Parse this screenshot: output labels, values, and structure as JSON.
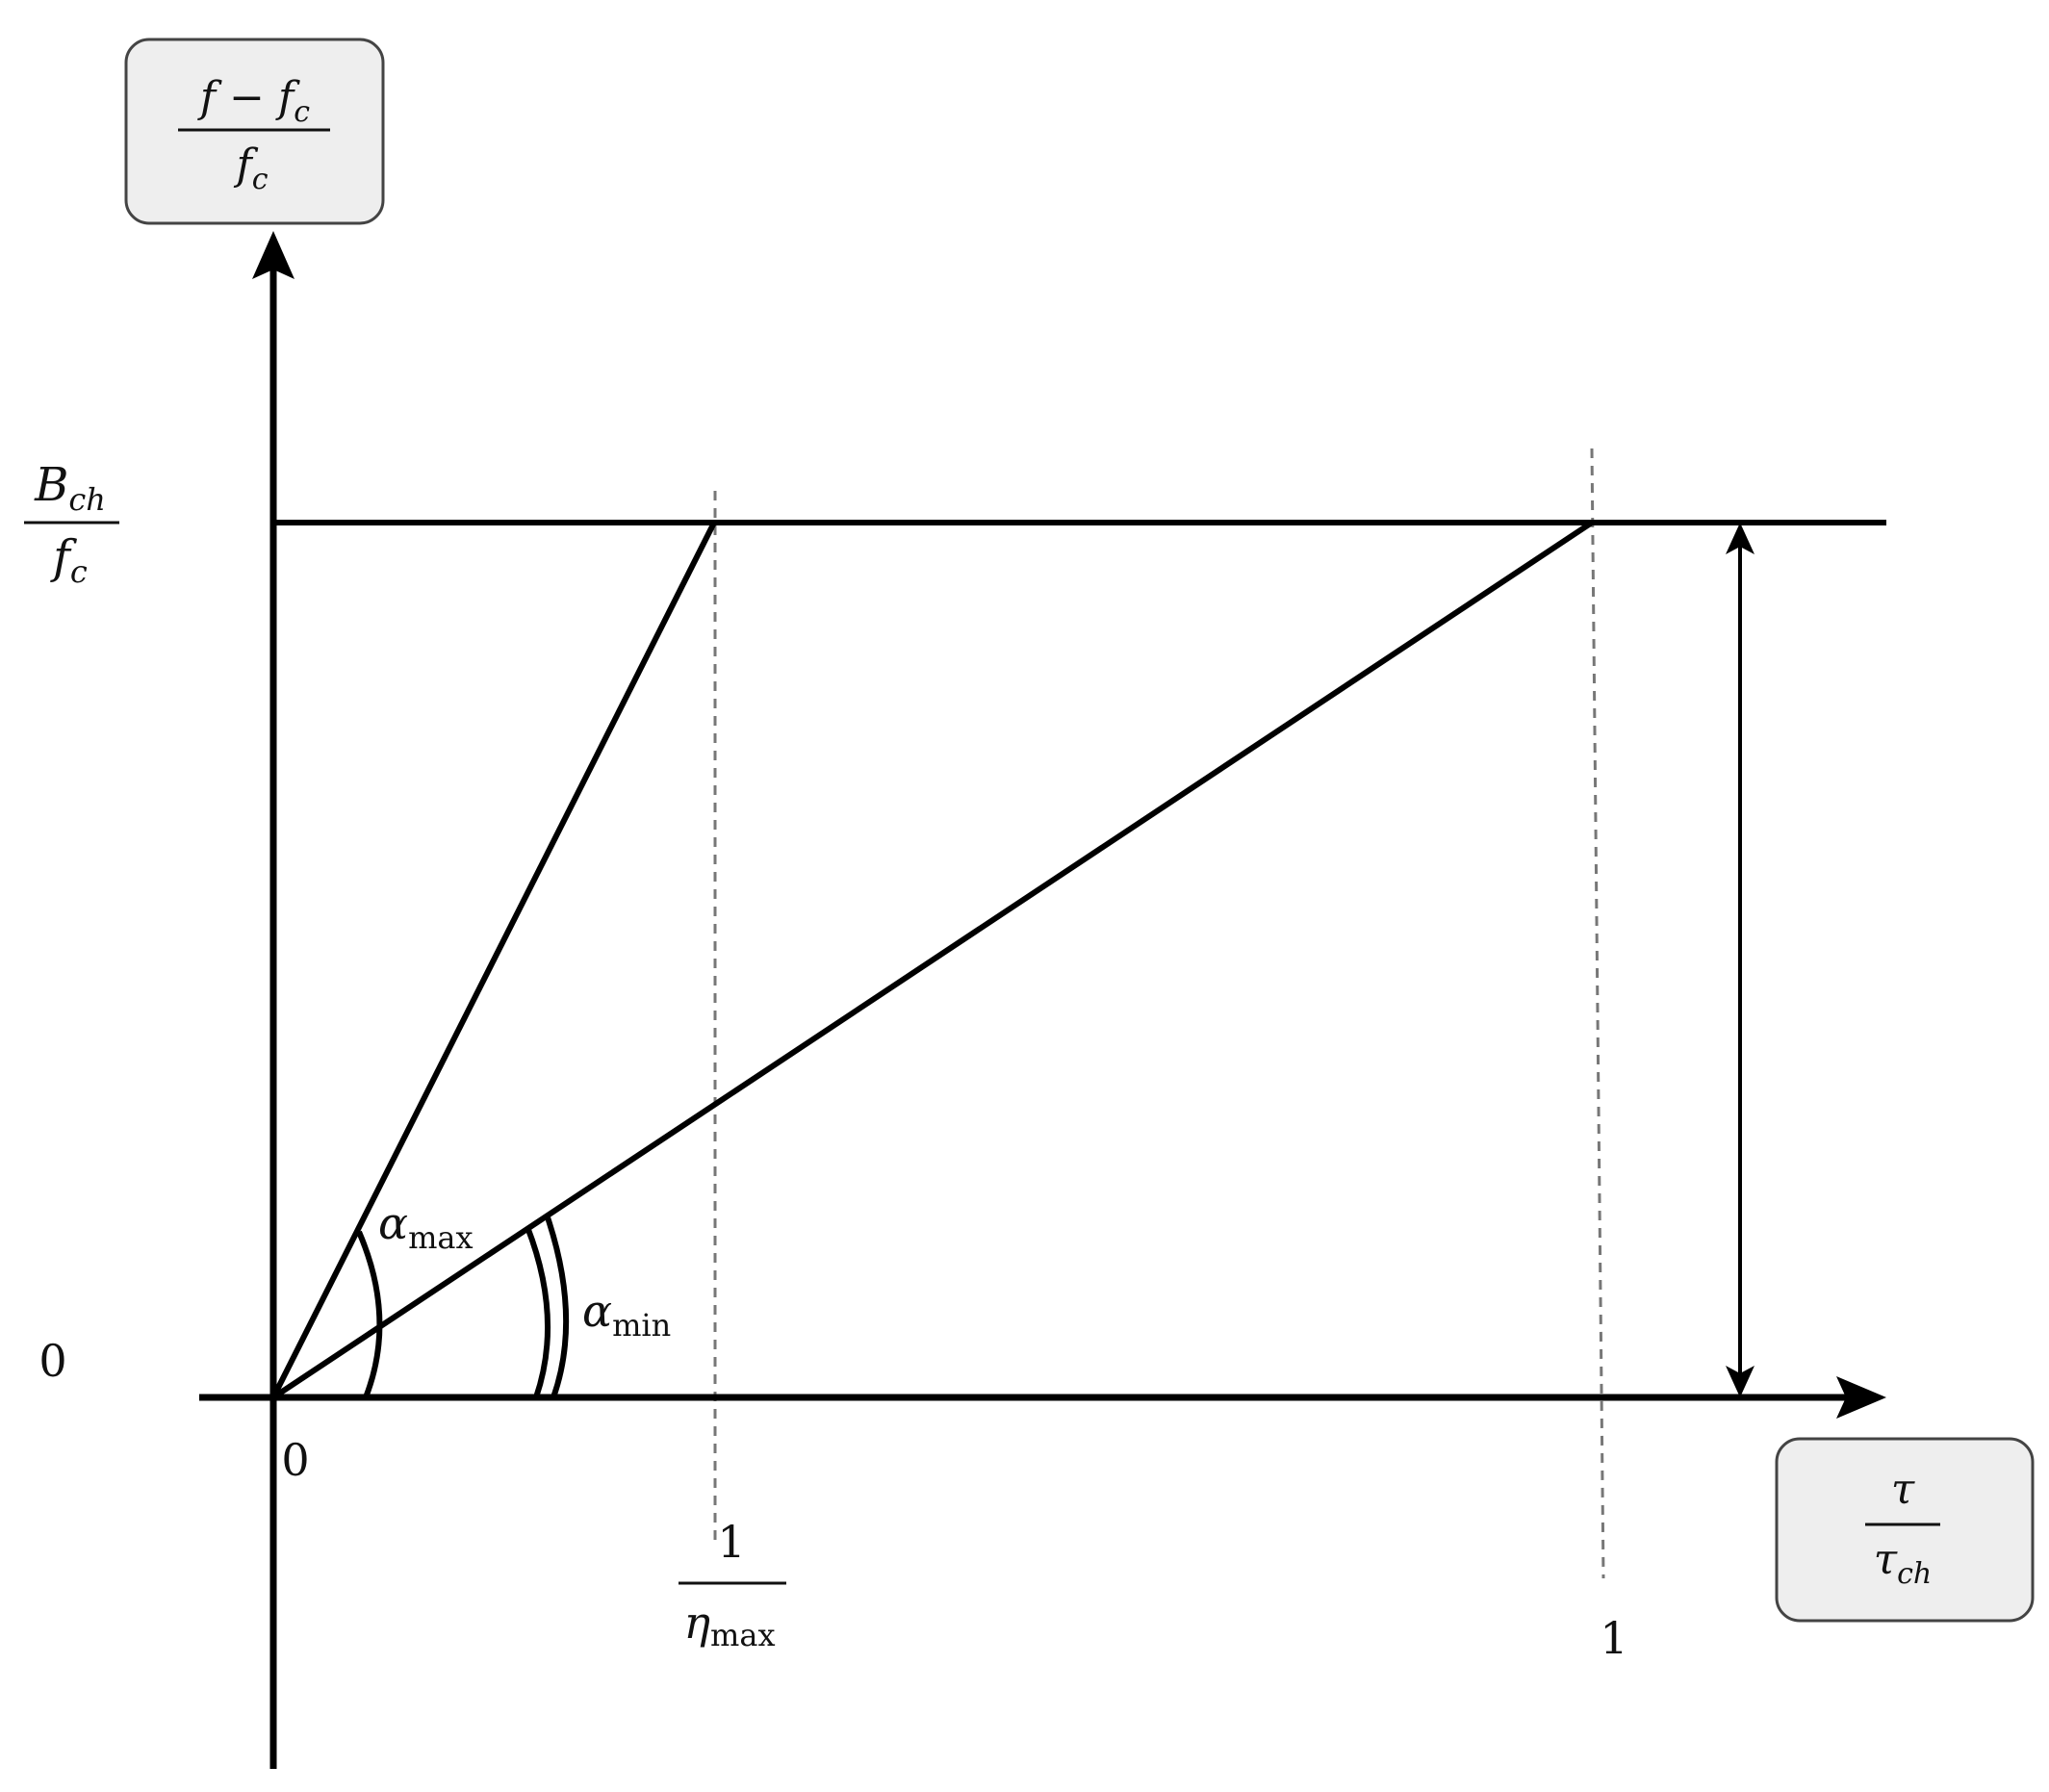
{
  "y_axis_box": {
    "num_main": "f − f",
    "num_sub": "c",
    "den_main": "f",
    "den_sub": "c"
  },
  "x_axis_box": {
    "num_main": "τ",
    "den_main": "τ",
    "den_sub": "ch"
  },
  "level_label": {
    "num_main": "B",
    "num_sub": "ch",
    "den_main": "f",
    "den_sub": "c"
  },
  "y_origin_label": "0",
  "x_origin_label": "0",
  "tick_eta": {
    "num": "1",
    "den_main": "η",
    "den_sub": "max"
  },
  "tick_one": "1",
  "alpha_max": {
    "main": "α",
    "sub": "max"
  },
  "alpha_min": {
    "main": "α",
    "sub": "min"
  }
}
